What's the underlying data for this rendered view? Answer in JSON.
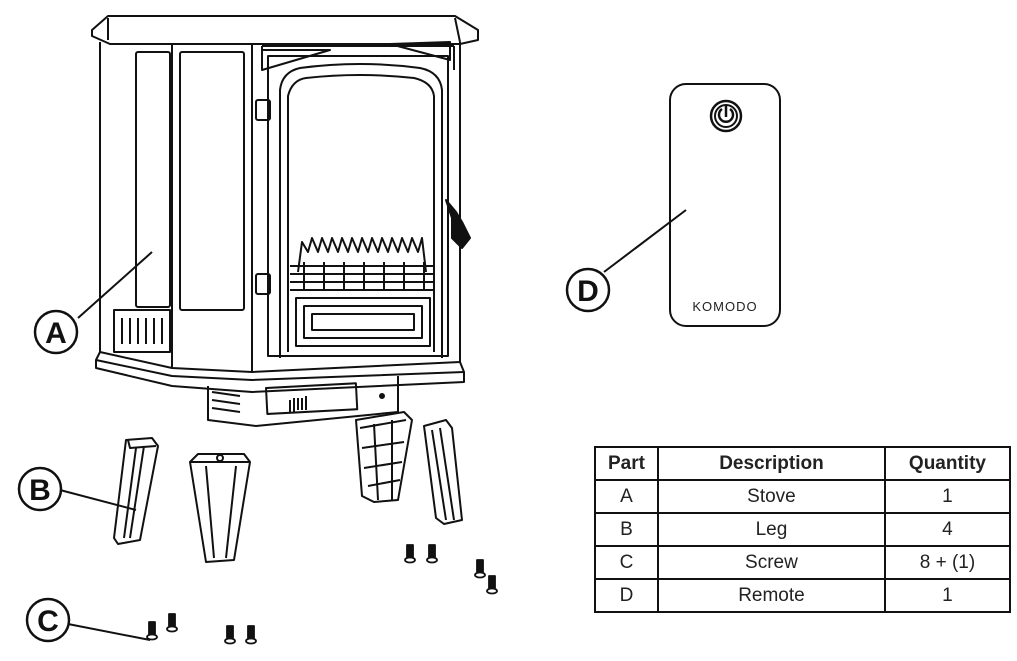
{
  "callouts": {
    "a": "A",
    "b": "B",
    "c": "C",
    "d": "D"
  },
  "remote": {
    "brand": "KOMODO",
    "power_icon": "power-icon"
  },
  "parts_table": {
    "headers": [
      "Part",
      "Description",
      "Quantity"
    ],
    "rows": [
      [
        "A",
        "Stove",
        "1"
      ],
      [
        "B",
        "Leg",
        "4"
      ],
      [
        "C",
        "Screw",
        "8 + (1)"
      ],
      [
        "D",
        "Remote",
        "1"
      ]
    ]
  },
  "colors": {
    "line": "#111111",
    "background": "#ffffff"
  }
}
